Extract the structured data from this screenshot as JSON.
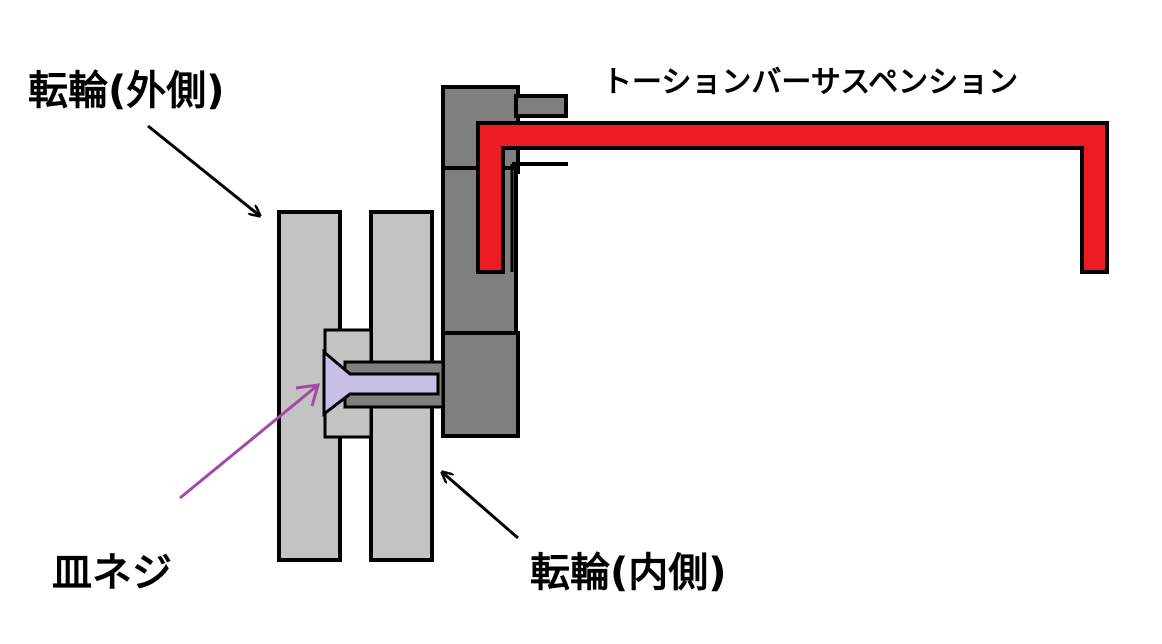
{
  "labels": {
    "outer_wheel": "転輪(外側)",
    "inner_wheel": "転輪(内側)",
    "countersunk_screw": "皿ネジ",
    "torsion_bar_suspension": "トーションバーサスペンション"
  },
  "colors": {
    "wheel": "#c3c3c3",
    "arm": "#7f7f7f",
    "torsion_bar": "#ed1c24",
    "screw": "#c8bfe7",
    "screw_arrow": "#a349a4",
    "outline": "#000000"
  }
}
